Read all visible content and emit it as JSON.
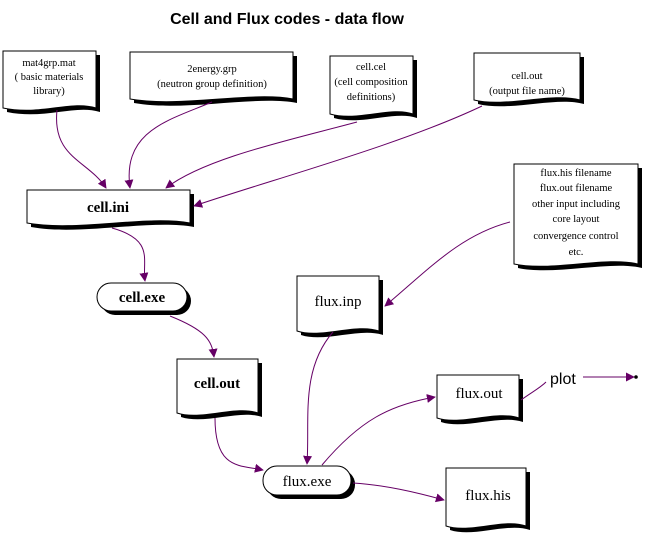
{
  "title": "Cell and Flux codes - data flow",
  "nodes": {
    "mat4grp": [
      "mat4grp.mat",
      "( basic materials",
      "library)"
    ],
    "energy": [
      "2energy.grp",
      "(neutron group definition)"
    ],
    "cellcel": [
      "cell.cel",
      "(cell composition",
      "definitions)"
    ],
    "cellout_name": [
      "cell.out",
      "(output file name)"
    ],
    "cellini": "cell.ini",
    "fluxinput": [
      "flux.his filename",
      "flux.out filename",
      "other input including",
      "core layout",
      "convergence control",
      "etc."
    ],
    "cellexe": "cell.exe",
    "fluxinp": "flux.inp",
    "cellout": "cell.out",
    "fluxout": "flux.out",
    "plot": "plot",
    "fluxexe": "flux.exe",
    "fluxhis": "flux.his"
  },
  "colors": {
    "arrow": "#660066",
    "shape_fill": "#ffffff",
    "shape_stroke": "#000000",
    "shadow": "#000000"
  }
}
